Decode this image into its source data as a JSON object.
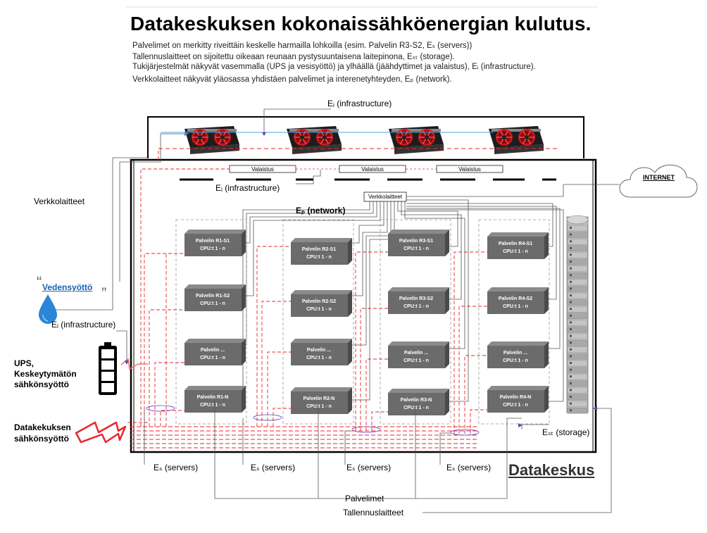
{
  "title": "Datakeskuksen kokonaissähköenergian kulutus.",
  "description": [
    "Palvelimet on merkitty riveittäin keskelle harmailla lohkoilla (esim. Palvelin R3-S2, Eₛ (servers))",
    "Tallennuslaitteet on sijoitettu oikeaan reunaan pystysuuntaisena laitepinona, Eₛₜ (storage).",
    "Tukijärjestelmät näkyvät vasemmalla (UPS ja vesisyöttö) ja ylhäällä (jäähdyttimet ja valaistus), Eᵢ (infrastructure).",
    "Verkkolaitteet näkyvät yläosassa yhdistäen palvelimet ja interenetyhteyden, Eₚ (network)."
  ],
  "labels": {
    "ei_top": "Eᵢ (infrastructure)",
    "ei_mid": "Eᵢ (infrastructure)",
    "ei_left": "Eᵢ (infrastructure)",
    "verkkolaitteet_left": "Verkkolaitteet",
    "verkkolaitteet_box": "Verkkolaitteet",
    "ep_network": "Eₚ (network)",
    "internet": "INTERNET",
    "vedensyotto": "Vedensyöttö",
    "quote_open": "“",
    "quote_close": "”",
    "ups": "UPS,",
    "keskeytymaton": "Keskeytymätön",
    "sahkonsyotto": "sähkönsyöttö",
    "dk_power1": "Datakekuksen",
    "dk_power2": "sähkönsyöttö",
    "est": "Eₛₜ (storage)",
    "es1": "Eₛ (servers)",
    "es2": "Eₛ (servers)",
    "es3": "Eₛ (servers)",
    "es4": "Eₛ (servers)",
    "datakeskus": "Datakeskus",
    "palvelimet": "Palvelimet",
    "tallennuslaitteet": "Tallennuslaitteet",
    "valaistus": "Valaistus"
  },
  "servers": [
    [
      "Palvelin R1-S1",
      "Palvelin R1-S2",
      "Palvelin ...",
      "Palvelin R1-N"
    ],
    [
      "Palvelin R2-S1",
      "Palvelin R2-S2",
      "Palvelin ...",
      "Palvelin R2-N"
    ],
    [
      "Palvelin R3-S1",
      "Palvelin R3-S2",
      "Palvelin ...",
      "Palvelin R3-N"
    ],
    [
      "Palvelin R4-S1",
      "Palvelin R4-S2",
      "Palvelin ...",
      "Palvelin R4-N"
    ]
  ],
  "cpu_label": "CPU:t 1 - n",
  "colors": {
    "server": "#6b6b6b",
    "server_dark": "#4a4a4a",
    "power": "#e8262b",
    "power_dashed": "#f07070",
    "link": "#555555",
    "water": "#2a86d6",
    "fan_red": "#c8161c"
  },
  "icons": [
    "cooling-fan-icon",
    "water-drop-icon",
    "battery-icon",
    "lightning-icon",
    "cloud-icon",
    "storage-stack-icon"
  ]
}
